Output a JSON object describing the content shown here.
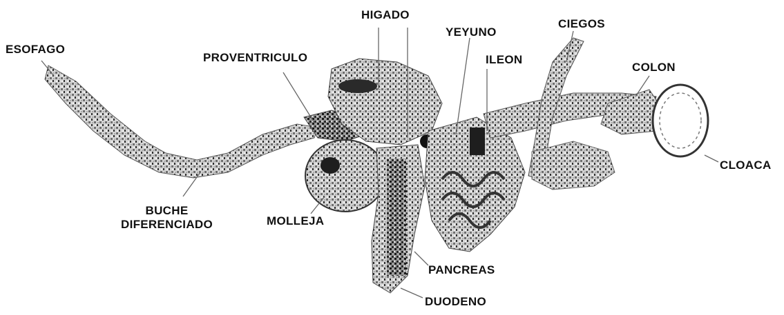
{
  "diagram": {
    "labels": {
      "esofago": "ESOFAGO",
      "proventriculo": "PROVENTRICULO",
      "higado": "HIGADO",
      "yeyuno": "YEYUNO",
      "ileon": "ILEON",
      "ciegos": "CIEGOS",
      "colon": "COLON",
      "cloaca": "CLOACA",
      "buche_line1": "BUCHE",
      "buche_line2": "DIFERENCIADO",
      "molleja": "MOLLEJA",
      "pancreas": "PANCREAS",
      "duodeno": "DUODENO"
    },
    "colors": {
      "text": "#111111",
      "organ_dark": "#2a2a2a",
      "organ_mid": "#8a8a8a",
      "organ_light": "#c8c8c8",
      "background": "#ffffff"
    }
  }
}
